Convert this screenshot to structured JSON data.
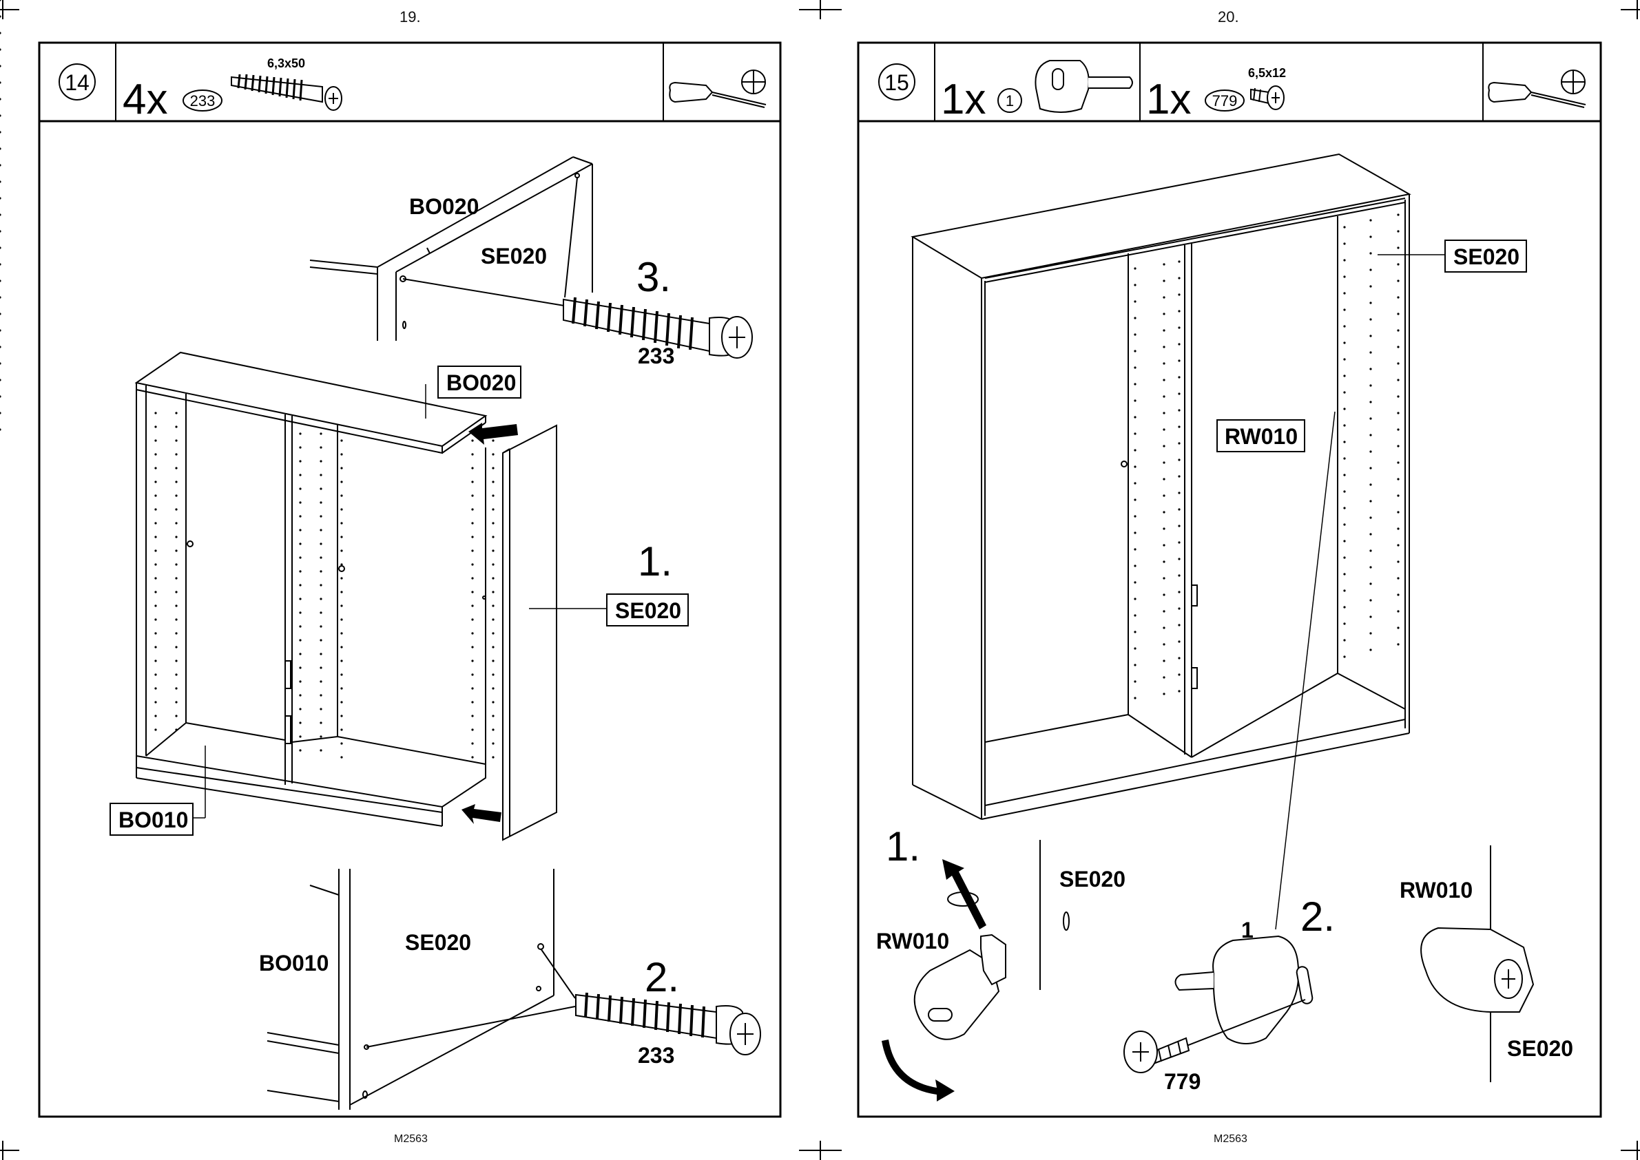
{
  "pages": [
    {
      "page_number": "19.",
      "footer": "M2563",
      "step": "14",
      "parts": [
        {
          "quantity": "4x",
          "part_id": "233",
          "size": "6,3x50"
        }
      ],
      "labels": {
        "bo020_top": "BO020",
        "se020_top": "SE020",
        "step3": "3.",
        "screw_top": "233",
        "bo020_box": "BO020",
        "step1": "1.",
        "se020_box": "SE020",
        "bo010_box": "BO010",
        "bo010_detail": "BO010",
        "se020_detail": "SE020",
        "step2": "2.",
        "screw_bottom": "233"
      }
    },
    {
      "page_number": "20.",
      "footer": "M2563",
      "step": "15",
      "parts": [
        {
          "quantity": "1x",
          "part_id": "1"
        },
        {
          "quantity": "1x",
          "part_id": "779",
          "size": "6,5x12"
        }
      ],
      "labels": {
        "se020_box": "SE020",
        "rw010_box": "RW010",
        "step1": "1.",
        "rw010_left": "RW010",
        "se020_mid": "SE020",
        "step2": "2.",
        "part1": "1",
        "screw": "779",
        "rw010_right": "RW010",
        "se020_right": "SE020"
      }
    }
  ]
}
